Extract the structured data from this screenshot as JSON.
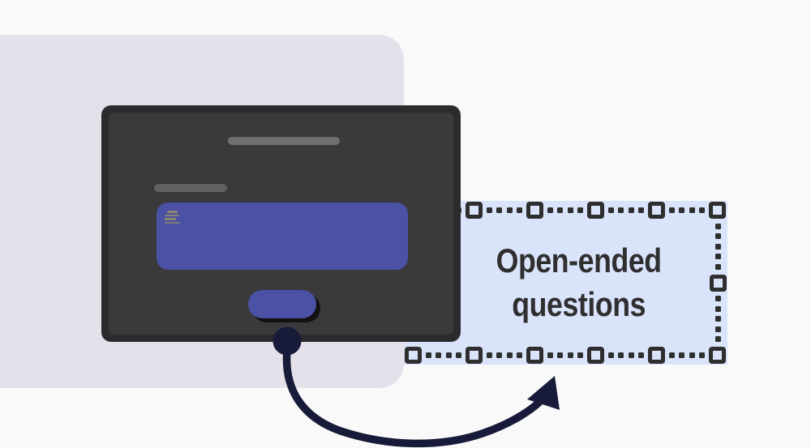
{
  "annotation": {
    "label": "Open-ended questions",
    "line1": "Open-ended",
    "line2": "questions"
  },
  "monitor": {
    "placeholder_line_count": 2,
    "textarea_icon": "text-lines-icon",
    "button_label": ""
  },
  "selection": {
    "handle_count_top": 6,
    "handle_count_side": 3,
    "style": "dotted-marquee-with-square-handles"
  },
  "colors": {
    "page_bg": "#f9f9f9",
    "backdrop": "#e5e1eb",
    "monitor_frame": "#2b2b2d",
    "monitor_screen": "#3a3a3c",
    "placeholder_line": "#6f6f70",
    "accent_purple": "#4b51a4",
    "arrow_navy": "#171b39",
    "selection_fill": "#d9e3fa",
    "selection_handle": "#2e2e2e",
    "label_text": "#2f2f2f"
  }
}
